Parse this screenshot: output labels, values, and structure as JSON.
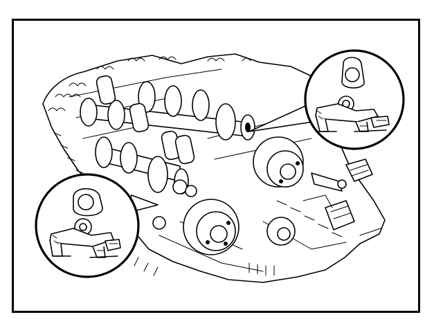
{
  "figure": {
    "background": "#ffffff",
    "line_color": "#000000"
  },
  "icons": {
    "main": "engine-cylinder-head-camshaft-drawing",
    "detail_top_right": "cam-lobe-on-rocker-arm-detail",
    "detail_bottom_left": "cam-lobe-on-rocker-arm-detail"
  }
}
